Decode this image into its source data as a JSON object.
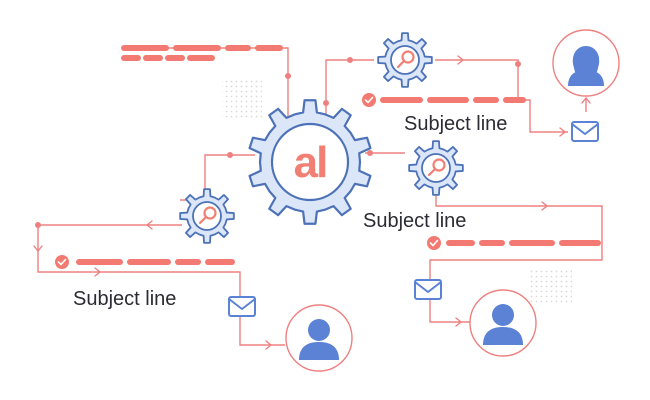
{
  "subject_labels": [
    "Subject line",
    "Subject line",
    "Subject line"
  ],
  "hub_label": "al",
  "icons": {
    "hub": "gear-icon",
    "node": "search-icon",
    "mail": "envelope-icon",
    "check": "check-circle-icon",
    "recipient_female": "user-female-icon",
    "recipient": "user-icon"
  },
  "colors": {
    "line": "#ef8080",
    "dash": "#f37a72",
    "gear_fill": "#dbe6f9",
    "gear_stroke": "#4d72b8",
    "mag": "#f17f74",
    "avatar": "#5b82d4",
    "text": "#2b2b33"
  }
}
